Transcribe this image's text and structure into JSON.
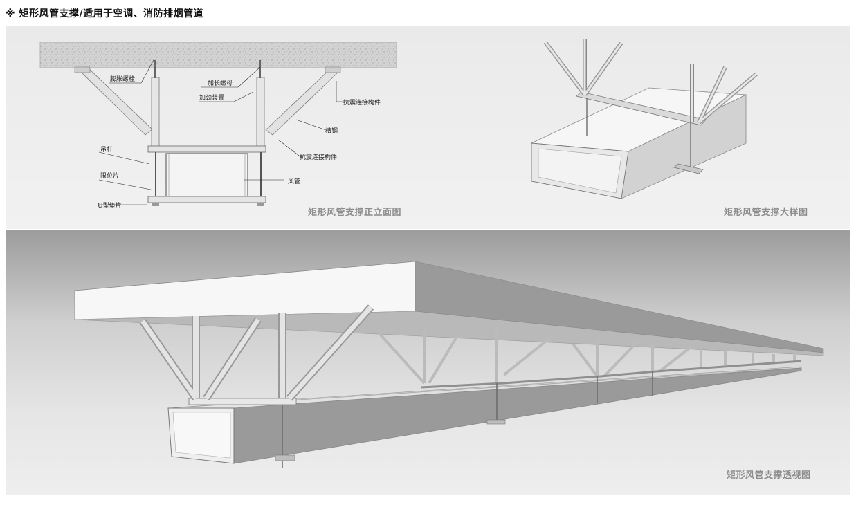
{
  "title": "※  矩形风管支撑/适用于空调、消防排烟管道",
  "figures": {
    "elevation": {
      "caption": "矩形风管支撑正立面图",
      "labels": {
        "expansion_bolt": "膨胀螺栓",
        "extended_nut": "加长螺母",
        "stiffener": "加劲装置",
        "seismic_connector_top": "抗震连接构件",
        "channel_steel": "槽钢",
        "seismic_connector_bottom": "抗震连接构件",
        "hanger_rod": "吊杆",
        "limit_plate": "限位片",
        "duct": "风管",
        "u_washer": "U型垫片"
      }
    },
    "detail": {
      "caption": "矩形风管支撑大样图"
    },
    "perspective": {
      "caption": "矩形风管支撑透视图"
    }
  },
  "colors": {
    "steel": "#d9d9d9",
    "steel_dark": "#9a9a9a",
    "concrete": "#d2d2d2",
    "duct_face": "#8e8e8e",
    "caption_gray": "#8d8d8d"
  }
}
